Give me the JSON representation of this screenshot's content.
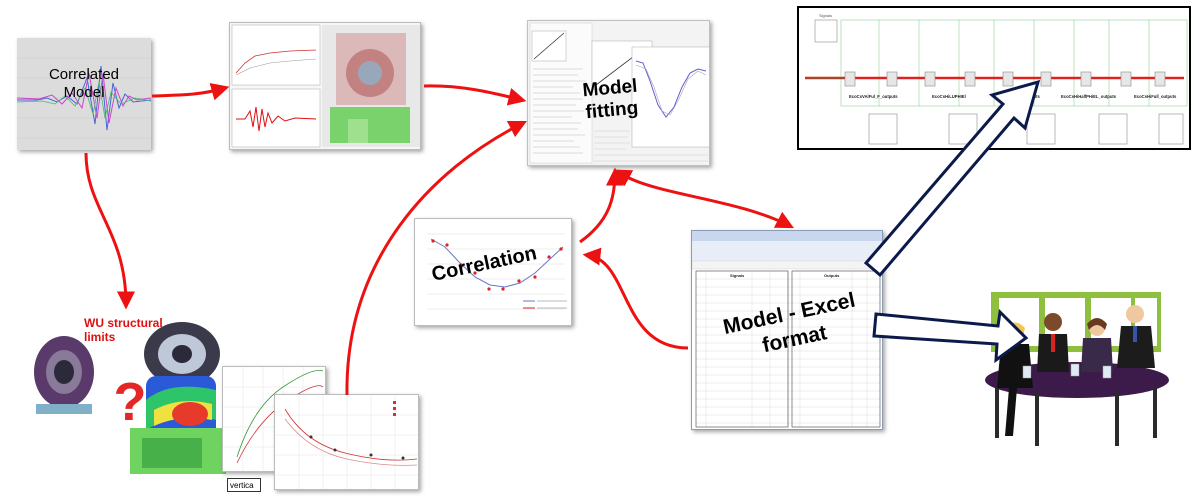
{
  "labels": {
    "correlated_model": "Correlated Model",
    "model_fitting": "Model fitting",
    "correlation": "Correlation",
    "model_excel": "Model - Excel format",
    "wu_limits": "WU structural limits",
    "vertical_tag": "vertica"
  },
  "signals_panel": {
    "title": "Signals",
    "outputs": [
      "EcoCsVAlFul_F_outputs",
      "EcoCsHiLUPHIEl",
      "EcoCsHiHalf_outputs",
      "EcoCsHiHalfPHiEL_outputs",
      "EcoCsHiFull_outputs"
    ]
  },
  "excel_panel": {
    "sheet_headers": [
      "Signals",
      "Outputs"
    ]
  },
  "colors": {
    "flow_arrow": "#ee1111",
    "hollow_arrow_stroke": "#0b1a4a",
    "signals_line": "#8fce8f",
    "signals_red": "#dd2222"
  }
}
